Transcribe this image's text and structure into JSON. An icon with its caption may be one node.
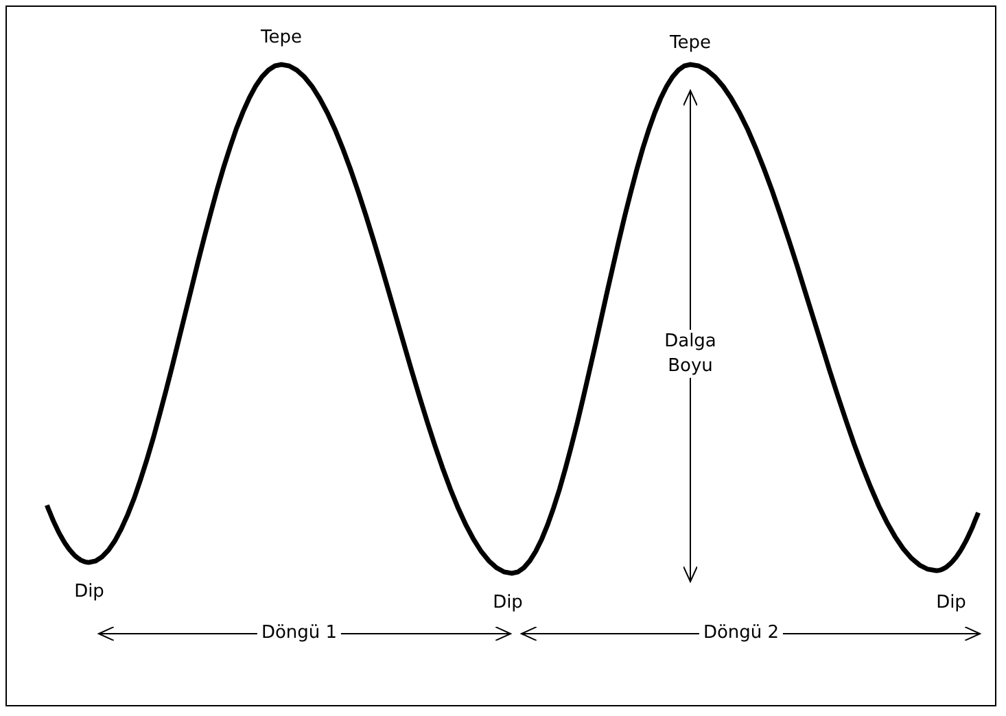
{
  "diagram": {
    "labels": [
      "Tepe",
      "Tepe",
      "Dalga Boyu",
      "Dip",
      "Dip",
      "Dip",
      "Döngü 1",
      "Döngü 2"
    ]
  }
}
